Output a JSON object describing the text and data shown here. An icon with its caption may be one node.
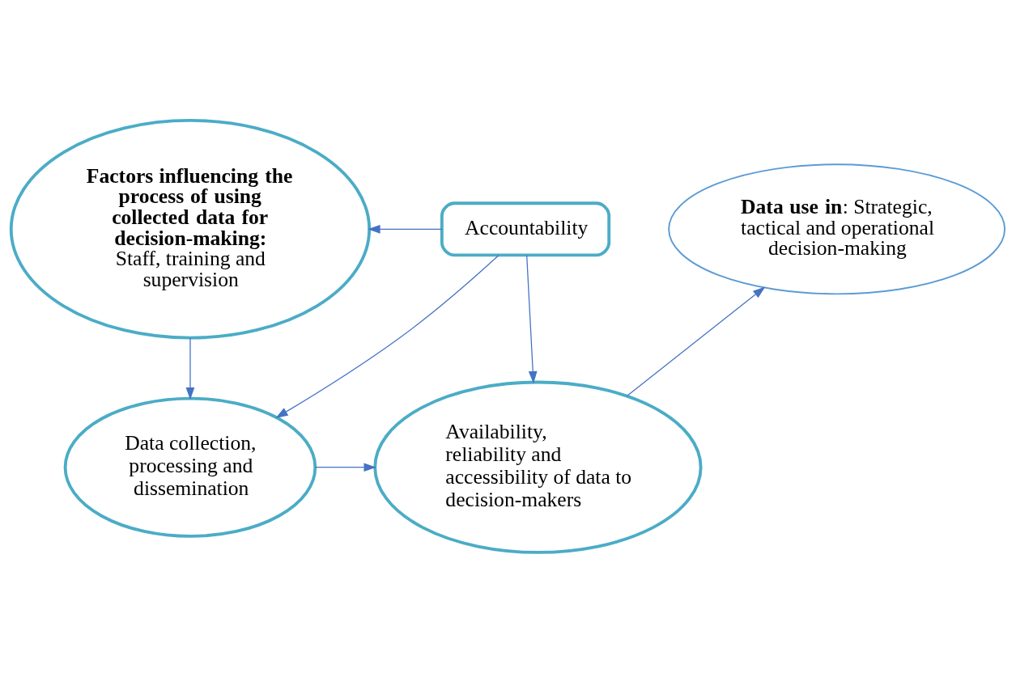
{
  "diagram": {
    "nodes": [
      {
        "text": [
          "Factors influencing the process of using collected data for decision-making:",
          "Staff, training and supervision"
        ]
      },
      {
        "text": [
          "**Data use in**: Strategic, tactical and operational decision-making"
        ]
      },
      {
        "text": [
          "Accountability"
        ]
      },
      {
        "text": [
          "Data collection, processing and dissemination"
        ]
      },
      {
        "text": [
          "Availability, reliability and accessibility of data to decision-makers"
        ]
      }
    ],
    "edges": [
      {
        "from": 2,
        "to": 0,
        "arrow": "to"
      },
      {
        "from": 0,
        "to": 3,
        "arrow": "to"
      },
      {
        "from": 2,
        "to": 3,
        "arrow": "to"
      },
      {
        "from": 2,
        "to": 4,
        "arrow": "to"
      },
      {
        "from": 3,
        "to": 4,
        "arrow": "to"
      },
      {
        "from": 4,
        "to": 1,
        "arrow": "to"
      }
    ]
  }
}
